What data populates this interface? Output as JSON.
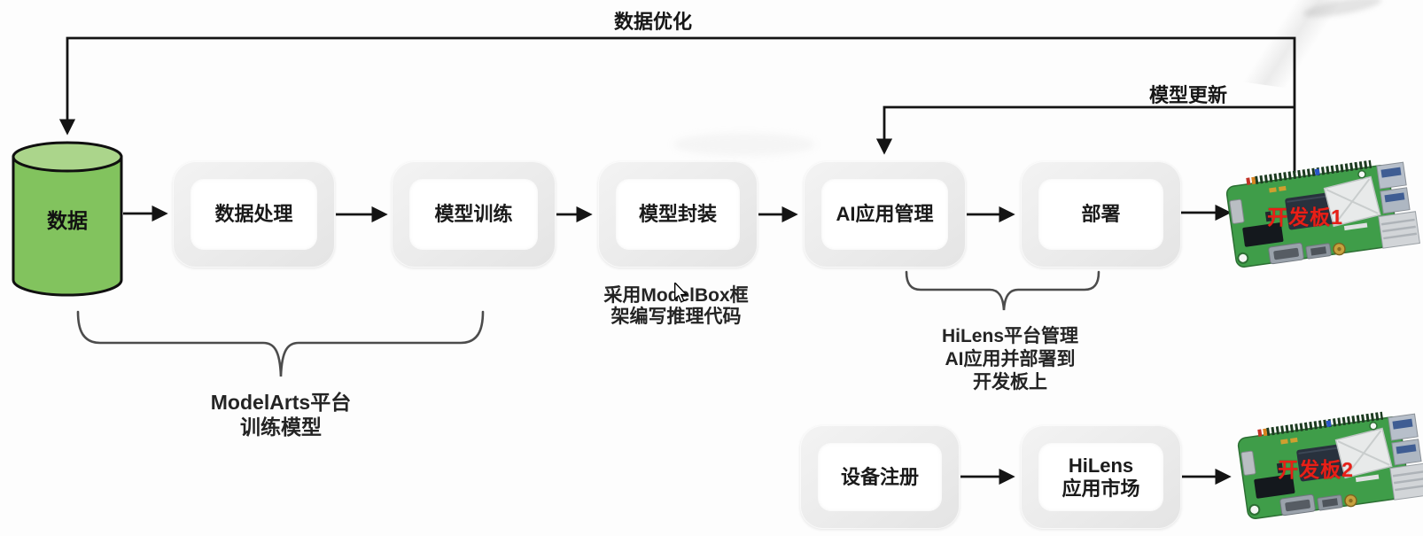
{
  "labels": {
    "data_optimization": "数据优化",
    "model_update": "模型更新"
  },
  "cylinder": {
    "label": "数据"
  },
  "main_flow": {
    "steps": [
      {
        "label": "数据处理"
      },
      {
        "label": "模型训练"
      },
      {
        "label": "模型封装"
      },
      {
        "label": "AI应用管理"
      },
      {
        "label": "部署"
      }
    ],
    "device_label": "开发板1"
  },
  "secondary_flow": {
    "steps": [
      {
        "label": "设备注册"
      },
      {
        "label": "HiLens\n应用市场"
      }
    ],
    "device_label": "开发板2"
  },
  "annotations": {
    "modelarts": "ModelArts平台\n训练模型",
    "modelbox": "采用ModelBox框\n架编写推理代码",
    "hilens": "HiLens平台管理\nAI应用并部署到\n开发板上"
  },
  "icons": {
    "cylinder": "database-cylinder-icon",
    "board": "dev-board-photo",
    "cursor": "mouse-cursor-icon"
  },
  "colors": {
    "cylinder_body": "#82c35e",
    "cylinder_top": "#abd58b",
    "pcb_green": "#3f9d49",
    "board_label_red": "#e81f17",
    "line": "#141414",
    "box_fill": "#ededed",
    "box_inner": "#ffffff",
    "brace": "#4c4c4c"
  }
}
